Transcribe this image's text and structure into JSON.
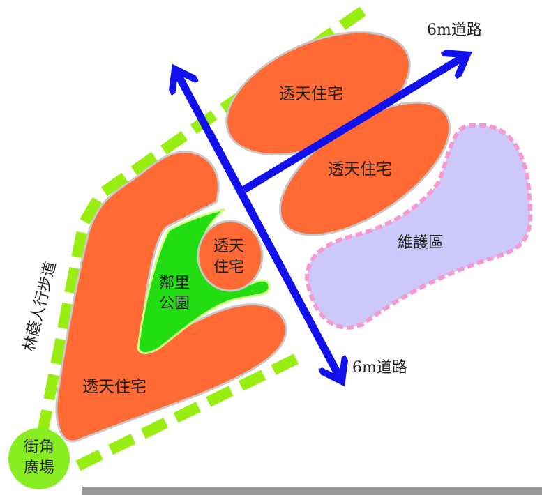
{
  "colors": {
    "housing_fill": "#ff6a35",
    "housing_stroke": "#c8c8c8",
    "park_fill": "#22dd11",
    "park_stroke": "#d2ff8a",
    "maintenance_fill": "#ccc9fa",
    "maintenance_border": "#f59ad0",
    "walkway": "#99ee11",
    "road_arrow": "#1111ee",
    "plaza_fill": "#88ee22",
    "bottom_bar": "#9a9a9a"
  },
  "labels": {
    "housing_top": "透天住宅",
    "housing_middle": "透天住宅",
    "housing_lshape": "透天住宅",
    "housing_small_line1": "透天",
    "housing_small_line2": "住宅",
    "park_line1": "鄰里",
    "park_line2": "公園",
    "maintenance_zone": "維護區",
    "road_top": "6m道路",
    "road_bottom": "6m道路",
    "walkway": "林蔭人行步道",
    "plaza_line1": "街角",
    "plaza_line2": "廣場"
  }
}
